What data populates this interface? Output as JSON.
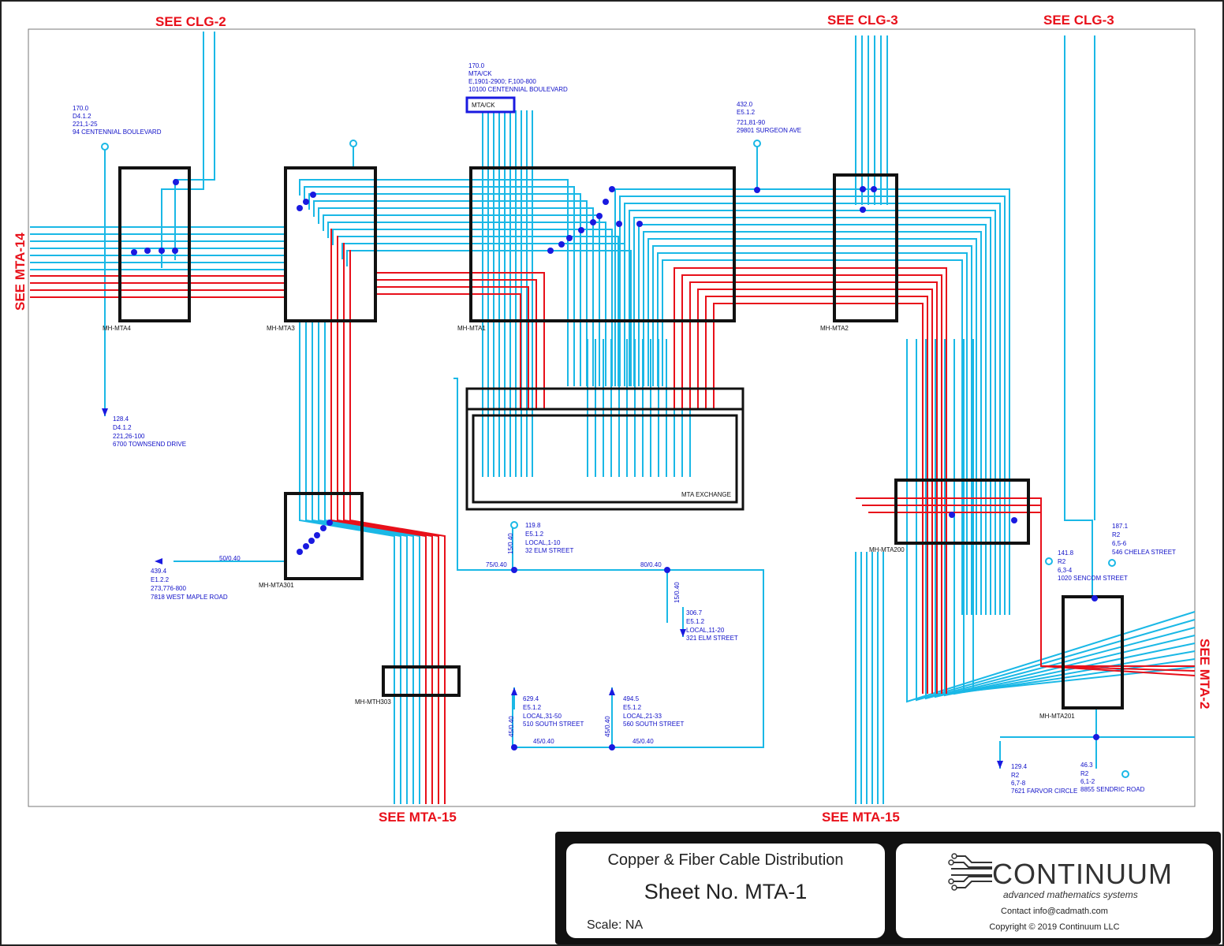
{
  "sheet_refs": {
    "top_left": "SEE CLG-2",
    "top_mid": "SEE CLG-3",
    "top_right": "SEE CLG-3",
    "left": "SEE MTA-14",
    "right": "SEE MTA-2",
    "bottom_left": "SEE MTA-15",
    "bottom_right": "SEE MTA-15"
  },
  "manholes": {
    "mta4": "MH-MTA4",
    "mta3": "MH-MTA3",
    "mta1": "MH-MTA1",
    "mta2": "MH-MTA2",
    "mta301": "MH-MTA301",
    "mta200": "MH-MTA200",
    "mta201": "MH-MTA201",
    "mth303": "MH-MTH303",
    "exchange": "MTA EXCHANGE",
    "ck_box": "MTA/CK"
  },
  "terminals": {
    "t170a": [
      "170.0",
      "D4.1.2",
      "221,1-25",
      "94 CENTENNIAL BOULEVARD"
    ],
    "t170b": [
      "170.0",
      "MTA/CK",
      "E,1901-2900; F,100-800",
      "10100 CENTENNIAL BOULEVARD"
    ],
    "t432": [
      "432.0",
      "E5.1.2",
      "721,81-90",
      "29801 SURGEON AVE"
    ],
    "t128": [
      "128.4",
      "D4.1.2",
      "221,26-100",
      "6700 TOWNSEND DRIVE"
    ],
    "t439": [
      "439.4",
      "E1.2.2",
      "273,776-800",
      "7818 WEST MAPLE ROAD"
    ],
    "t119": [
      "119.8",
      "E5.1.2",
      "LOCAL,1-10",
      "32 ELM STREET"
    ],
    "t306": [
      "306.7",
      "E5.1.2",
      "LOCAL,11-20",
      "321 ELM STREET"
    ],
    "t629": [
      "629.4",
      "E5.1.2",
      "LOCAL,31-50",
      "510 SOUTH STREET"
    ],
    "t494": [
      "494.5",
      "E5.1.2",
      "LOCAL,21-33",
      "560 SOUTH STREET"
    ],
    "t187": [
      "187.1",
      "R2",
      "6,5-6",
      "546 CHELEA STREET"
    ],
    "t141": [
      "141.8",
      "R2",
      "6,3-4",
      "1020 SENCOM STREET"
    ],
    "t129": [
      "129.4",
      "R2",
      "6,7-8",
      "7621 FARVOR CIRCLE"
    ],
    "t46": [
      "46.3",
      "R2",
      "6,1-2",
      "8855 SENDRIC ROAD"
    ]
  },
  "cable_labels": {
    "c1": "50/0.40",
    "c2": "75/0.40",
    "c3": "80/0.40",
    "c4": "15/0.40",
    "c5": "45/0.40",
    "c6": "45/0.40",
    "c7": "15/0.40",
    "c8": "45/0.40",
    "c9": "45/0.40"
  },
  "title_block": {
    "title": "Copper & Fiber Cable Distribution",
    "sheet": "Sheet No. MTA-1",
    "scale": "Scale: NA",
    "company": "CONTINUUM",
    "tagline": "advanced mathematics systems",
    "contact": "Contact info@cadmath.com",
    "copyright": "Copyright © 2019 Continuum LLC"
  },
  "colors": {
    "copper": "#1ab8e6",
    "fiber": "#e8101a",
    "node": "#1a1ae0",
    "text_blue": "#1010c8"
  }
}
